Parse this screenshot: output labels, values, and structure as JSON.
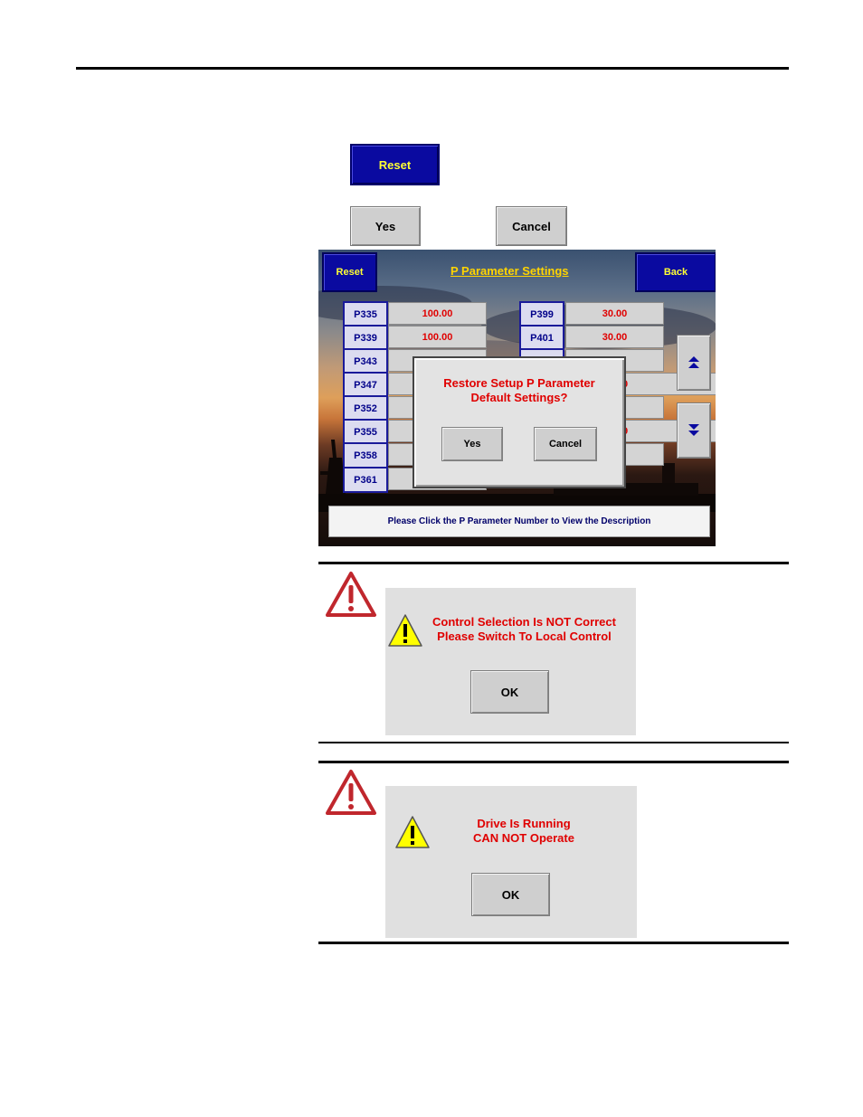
{
  "reset_button": {
    "label": "Reset"
  },
  "confirm_buttons": {
    "yes": "Yes",
    "cancel": "Cancel"
  },
  "hmi": {
    "reset": "Reset",
    "title": "P Parameter Settings",
    "back": "Back",
    "left_params": [
      {
        "code": "P335",
        "value": "100.00"
      },
      {
        "code": "P339",
        "value": "100.00"
      },
      {
        "code": "P343",
        "value": ""
      },
      {
        "code": "P347",
        "value": ""
      },
      {
        "code": "P352",
        "value": ""
      },
      {
        "code": "P355",
        "value": ""
      },
      {
        "code": "P358",
        "value": ""
      },
      {
        "code": "P361",
        "value": ""
      }
    ],
    "right_params": [
      {
        "code": "P399",
        "value": "30.00"
      },
      {
        "code": "P401",
        "value": "30.00"
      }
    ],
    "right_partial_values": [
      "0",
      "9"
    ],
    "dialog": {
      "line1": "Restore Setup P Parameter",
      "line2": "Default Settings?",
      "yes": "Yes",
      "cancel": "Cancel"
    },
    "status": "Please Click the P Parameter Number to View the Description"
  },
  "warning1": {
    "line1": "Control Selection Is NOT Correct",
    "line2": "Please Switch To Local Control",
    "ok": "OK"
  },
  "warning2": {
    "line1": "Drive Is Running",
    "line2": "CAN NOT Operate",
    "ok": "OK"
  },
  "colors": {
    "alert_red": "#e00000",
    "hmi_blue": "#0a0aa0",
    "title_yellow": "#ffd400",
    "caution_red": "#c0272d"
  }
}
